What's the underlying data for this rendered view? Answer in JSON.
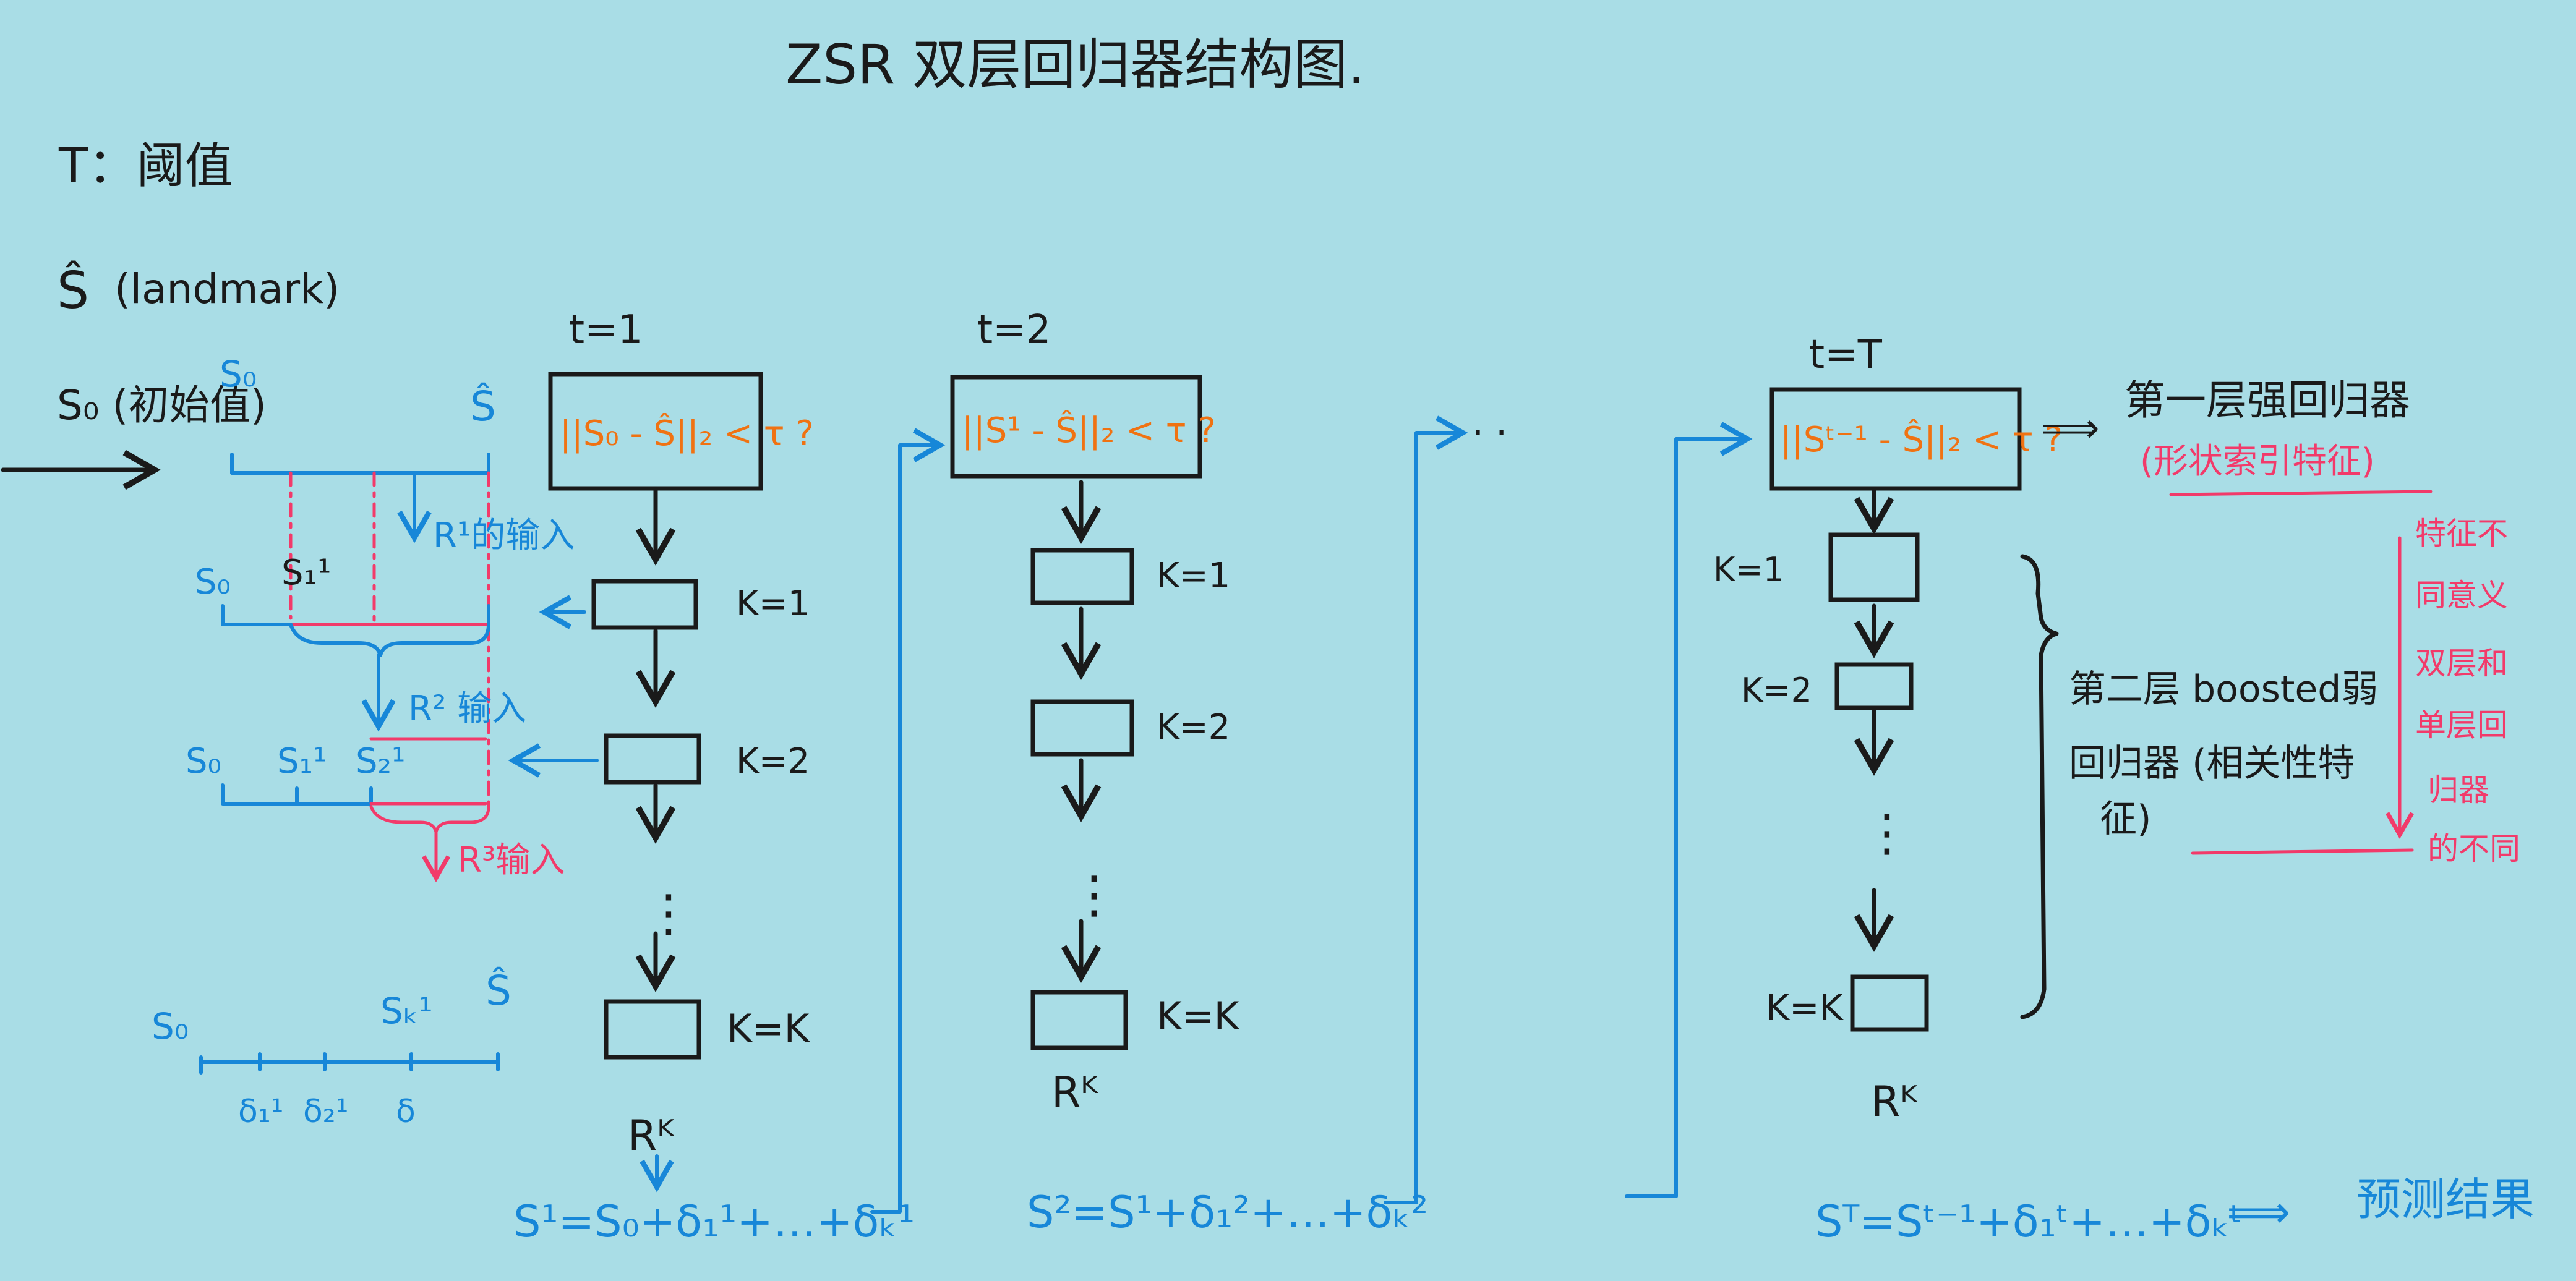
{
  "title": "ZSR 双层回归器结构图.",
  "legend": {
    "threshold": "T：阈值",
    "landmark_symbol": "Ŝ",
    "landmark": "(landmark)",
    "initial": "S₀ (初始值)"
  },
  "left_diagram": {
    "row1": {
      "s0": "S₀",
      "shat": "Ŝ",
      "input": "R¹的输入"
    },
    "row2": {
      "s0": "S₀",
      "s1": "S₁¹",
      "input": "R² 输入"
    },
    "row3": {
      "s0": "S₀",
      "s1": "S₁¹",
      "s2": "S₂¹",
      "input": "R³输入"
    },
    "row4": {
      "s0": "S₀",
      "sk": "Sₖ¹",
      "shat": "Ŝ",
      "d1": "δ₁¹",
      "d2": "δ₂¹",
      "d3": "δ"
    }
  },
  "stages": [
    {
      "t_label": "t=1",
      "condition": "||S₀ - Ŝ||₂ < τ ?",
      "k_labels": [
        "K=1",
        "K=2",
        "K=K"
      ],
      "dots": "⋮",
      "output": "Rᴷ",
      "formula": "S¹=S₀+δ₁¹+…+δₖ¹"
    },
    {
      "t_label": "t=2",
      "condition": "||S¹ - Ŝ||₂ < τ ?",
      "k_labels": [
        "K=1",
        "K=2",
        "K=K"
      ],
      "dots": "⋮",
      "output": "Rᴷ",
      "formula": "S²=S¹+δ₁²+…+δₖ²"
    },
    {
      "t_label": "t=T",
      "condition": "||Sᵗ⁻¹ - Ŝ||₂ < τ ?",
      "k_labels": [
        "K=1",
        "K=2",
        "K=K"
      ],
      "dots": "⋮",
      "output": "Rᴷ",
      "formula": "Sᵀ=Sᵗ⁻¹+δ₁ᵗ+…+δₖᵗ"
    }
  ],
  "ellipsis": "· ·",
  "first_layer": {
    "arrow": "⟹",
    "label": "第一层强回归器",
    "note": "(形状索引特征)"
  },
  "second_layer": {
    "line1": "第二层 boosted弱",
    "line2": "回归器 (相关性特",
    "line3": "征)"
  },
  "side_note": [
    "特征不",
    "同意义",
    "双层和",
    "单层回",
    "归器",
    "的不同"
  ],
  "result": {
    "arrow": "⟹",
    "label": "预测结果"
  },
  "colors": {
    "ink": "#1a1a1a",
    "blue": "#1787d8",
    "red": "#f23a6a",
    "orange": "#f07212",
    "paper": "#a9dde6"
  }
}
